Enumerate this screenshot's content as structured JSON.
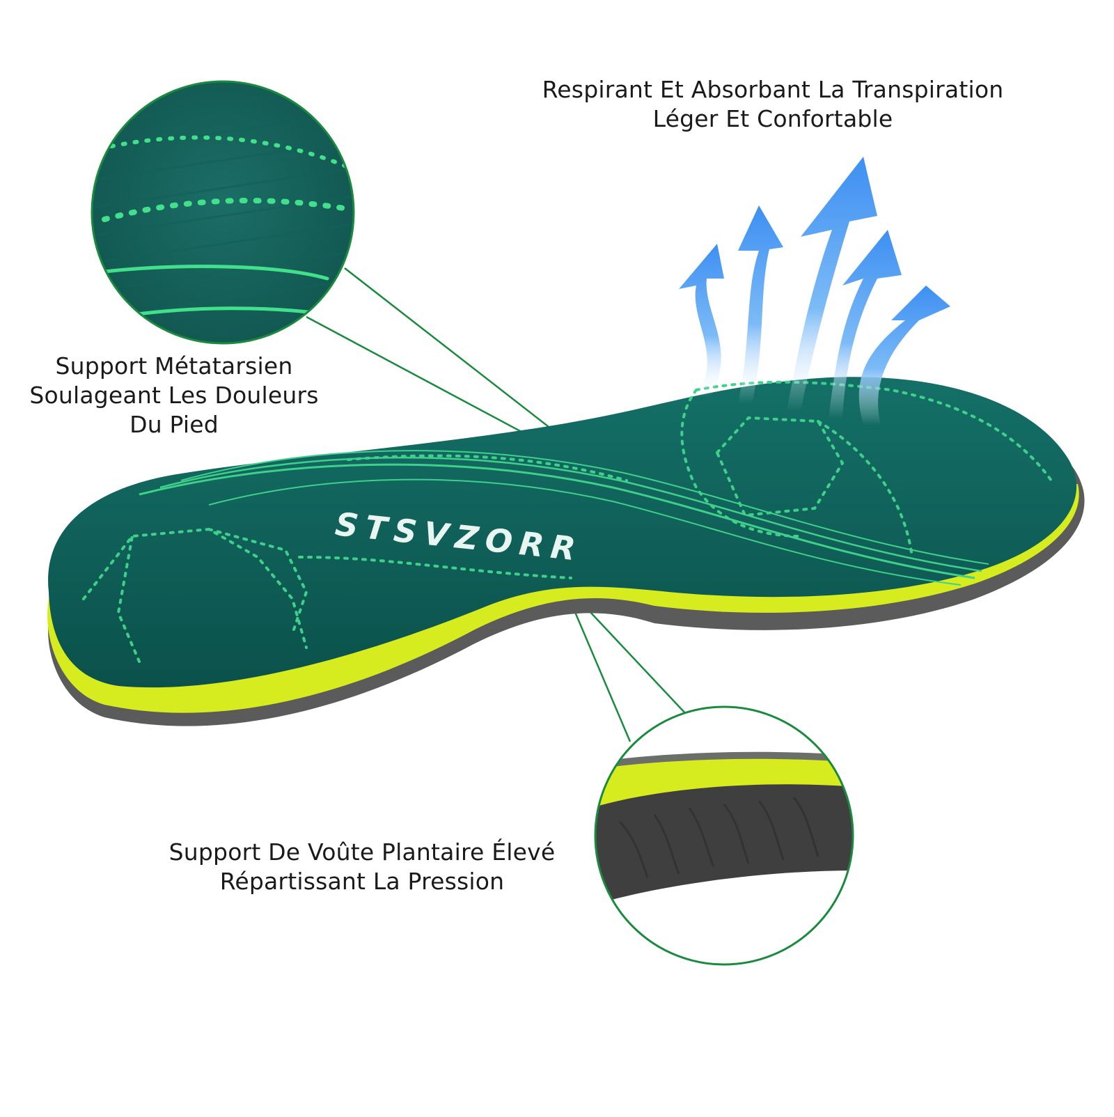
{
  "brand": {
    "logo_text": "STSVZORR"
  },
  "colors": {
    "insole_top": "#0d5b55",
    "insole_pattern": "#3fd08a",
    "foam_layer": "#d6ec1f",
    "base_layer": "#5b5b5b",
    "callout_line": "#1a8a3e",
    "airflow_arrow": "#4a9cf0"
  },
  "features": {
    "breathable": {
      "line1": "Respirant Et Absorbant La Transpiration",
      "line2": "Léger Et Confortable"
    },
    "metatarsal": {
      "line1": "Support Métatarsien",
      "line2": "Soulageant Les Douleurs",
      "line3": "Du Pied"
    },
    "arch": {
      "line1": "Support De Voûte Plantaire Élevé",
      "line2": "Répartissant La Pression"
    }
  }
}
